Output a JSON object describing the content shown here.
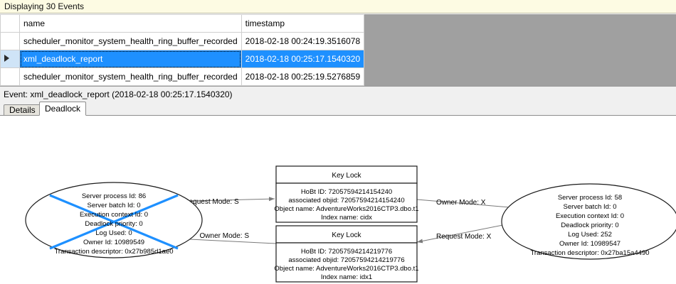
{
  "banner": {
    "text": "Displaying 30 Events"
  },
  "grid": {
    "columns": [
      "",
      "name",
      "timestamp"
    ],
    "rows": [
      {
        "selector": "",
        "name": "scheduler_monitor_system_health_ring_buffer_recorded",
        "timestamp": "2018-02-18 00:24:19.3516078",
        "selected": false
      },
      {
        "selector": "▶",
        "name": "xml_deadlock_report",
        "timestamp": "2018-02-18 00:25:17.1540320",
        "selected": true
      },
      {
        "selector": "",
        "name": "scheduler_monitor_system_health_ring_buffer_recorded",
        "timestamp": "2018-02-18 00:25:19.5276859",
        "selected": false
      }
    ]
  },
  "event_header": {
    "text": "Event: xml_deadlock_report (2018-02-18 00:25:17.1540320)"
  },
  "tabs": [
    {
      "label": "Details",
      "active": false
    },
    {
      "label": "Deadlock",
      "active": true
    }
  ],
  "deadlock_graph": {
    "victim_marker_color": "#1E90FF",
    "edge_color": "#808080",
    "processes": [
      {
        "id": "process-left",
        "victim": true,
        "lines": [
          "Server process Id: 86",
          "Server batch Id: 0",
          "Execution context Id: 0",
          "Deadlock priority: 0",
          "Log Used: 0",
          "Owner Id: 10989549",
          "Transaction descriptor: 0x27b985d1ae0"
        ]
      },
      {
        "id": "process-right",
        "victim": false,
        "lines": [
          "Server process Id: 58",
          "Server batch Id: 0",
          "Execution context Id: 0",
          "Deadlock priority: 0",
          "Log Used: 252",
          "Owner Id: 10989547",
          "Transaction descriptor: 0x27ba15a4490"
        ]
      }
    ],
    "resources": [
      {
        "id": "key-lock-top",
        "title": "Key Lock",
        "lines": [
          "HoBt ID: 72057594214154240",
          "associated objid: 72057594214154240",
          "Object name: AdventureWorks2016CTP3.dbo.t1",
          "Index name: cidx"
        ]
      },
      {
        "id": "key-lock-bottom",
        "title": "Key Lock",
        "lines": [
          "HoBt ID: 72057594214219776",
          "associated objid: 72057594214219776",
          "Object name: AdventureWorks2016CTP3.dbo.t1",
          "Index name: idx1"
        ]
      }
    ],
    "edges": [
      {
        "id": "edge-top-left",
        "label": "Request Mode: S"
      },
      {
        "id": "edge-top-right",
        "label": "Owner Mode: X"
      },
      {
        "id": "edge-bottom-left",
        "label": "Owner Mode: S"
      },
      {
        "id": "edge-bottom-right",
        "label": "Request Mode: X"
      }
    ]
  }
}
